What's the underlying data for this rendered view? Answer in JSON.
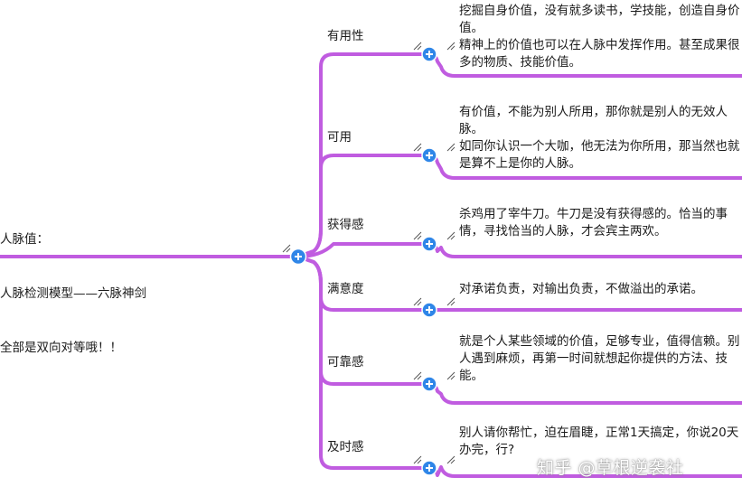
{
  "root": {
    "lines": [
      "人脉值：",
      "人脉检测模型——六脉神剑",
      "全部是双向对等哦！！"
    ]
  },
  "branches": [
    {
      "label": "有用性",
      "notes": [
        "挖掘自身价值，没有就多读书，学技能，创造自身价值。",
        "精神上的价值也可以在人脉中发挥作用。甚至成果很多的物质、技能价值。"
      ]
    },
    {
      "label": "可用",
      "notes": [
        "有价值，不能为别人所用，那你就是别人的无效人脉。",
        "如同你认识一个大咖，他无法为你所用，那当然也就是算不上是你的人脉。"
      ]
    },
    {
      "label": "获得感",
      "notes": [
        "杀鸡用了宰牛刀。牛刀是没有获得感的。恰当的事情，寻找恰当的人脉，才会宾主两欢。"
      ]
    },
    {
      "label": "满意度",
      "notes": [
        "对承诺负责，对输出负责，不做溢出的承诺。"
      ]
    },
    {
      "label": "可靠感",
      "notes": [
        "就是个人某些领域的价值，足够专业，值得信赖。别人遇到麻烦，再第一时间就想起你提供的方法、技能。"
      ]
    },
    {
      "label": "及时感",
      "notes": [
        "别人请你帮忙，迫在眉睫，正常1天搞定，你说20天办完，行?"
      ]
    }
  ],
  "watermark": "知乎 @草根逆袭社",
  "colors": {
    "line": "#c05ce0",
    "expander": "#2f86e8"
  },
  "icons": [
    "expand-plus-icon",
    "resize-handle-icon"
  ]
}
